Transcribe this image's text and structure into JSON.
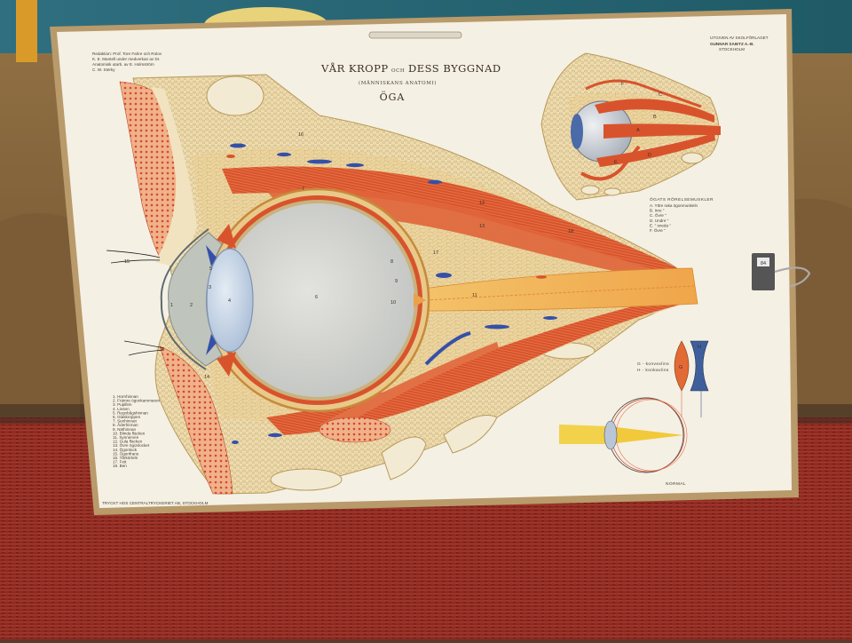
{
  "poster": {
    "title_main": "VÅR KROPP",
    "title_och": "OCH",
    "title_rest": "DESS BYGGNAD",
    "subtitle": "(MÄNNISKANS ANATOMI)",
    "heading": "ÖGA",
    "credits": [
      "Redaktion: Prof. Tore Fahre och Rolov",
      "K. E. Mantell  under medverkan av Dr.",
      "Anatomisk utarb. av E. Holmström",
      "C. W. Sterky"
    ],
    "publisher_small": "UTGIVEN AV SKOLFÖRLAGET",
    "publisher": "GUNNAR SAIETZ A.-B.",
    "publisher_city": "STOCKHOLM",
    "hanger_tag": "84",
    "colophon": "TRYCKT HOS CENTRALTRYCKERIET AB, STOCKHOLM"
  },
  "legend_left": [
    "1. Hornhinnan",
    "2. Främre ögonkammaren",
    "3. Pupillen",
    "4. Linsen",
    "5. Regnbågshinnan",
    "6. Glaskroppen",
    "7. Senhinnan",
    "8. Åderhinnan",
    "9. Näthinnan",
    "10. Blinda fläcken",
    "11. Synnerven",
    "12. Gula fläcken",
    "13. Övre ögonlocket",
    "14. Ögonlock",
    "15. Ögonfrans",
    "16. Tårkörteln",
    "17. Fett",
    "18. Ben"
  ],
  "legend_muscles": {
    "title": "ÖGATS RÖRELSEMUSKLER",
    "items": [
      "A. Yttre raka ögonmuskeln",
      "B. Inre  \"",
      "C. Övre  \"",
      "D. Undre  \"",
      "E.  \"  sneda \"",
      "F. Övre  \""
    ]
  },
  "inset_muscle_labels": [
    "A",
    "B",
    "C",
    "D",
    "E",
    "F"
  ],
  "lens_legend": {
    "line1": "G - konvexlins",
    "line2": "H - konkavlins",
    "label_g": "G",
    "label_h": "H",
    "normal": "NORMAL"
  },
  "diagram_numbers": [
    "1",
    "2",
    "3",
    "4",
    "5",
    "6",
    "7",
    "8",
    "9",
    "10",
    "11",
    "12",
    "13",
    "14",
    "15",
    "16",
    "17",
    "18"
  ],
  "colors": {
    "bone": "#efdcae",
    "fat": "#e8d09a",
    "muscle": "#d8532c",
    "vitreous": "#d2d3d0",
    "lens": "#c6d4e6",
    "vein": "#3550a8",
    "wall": "#3f7f8f",
    "couch": "#8a6a3d",
    "carpet": "#8e2a22"
  }
}
